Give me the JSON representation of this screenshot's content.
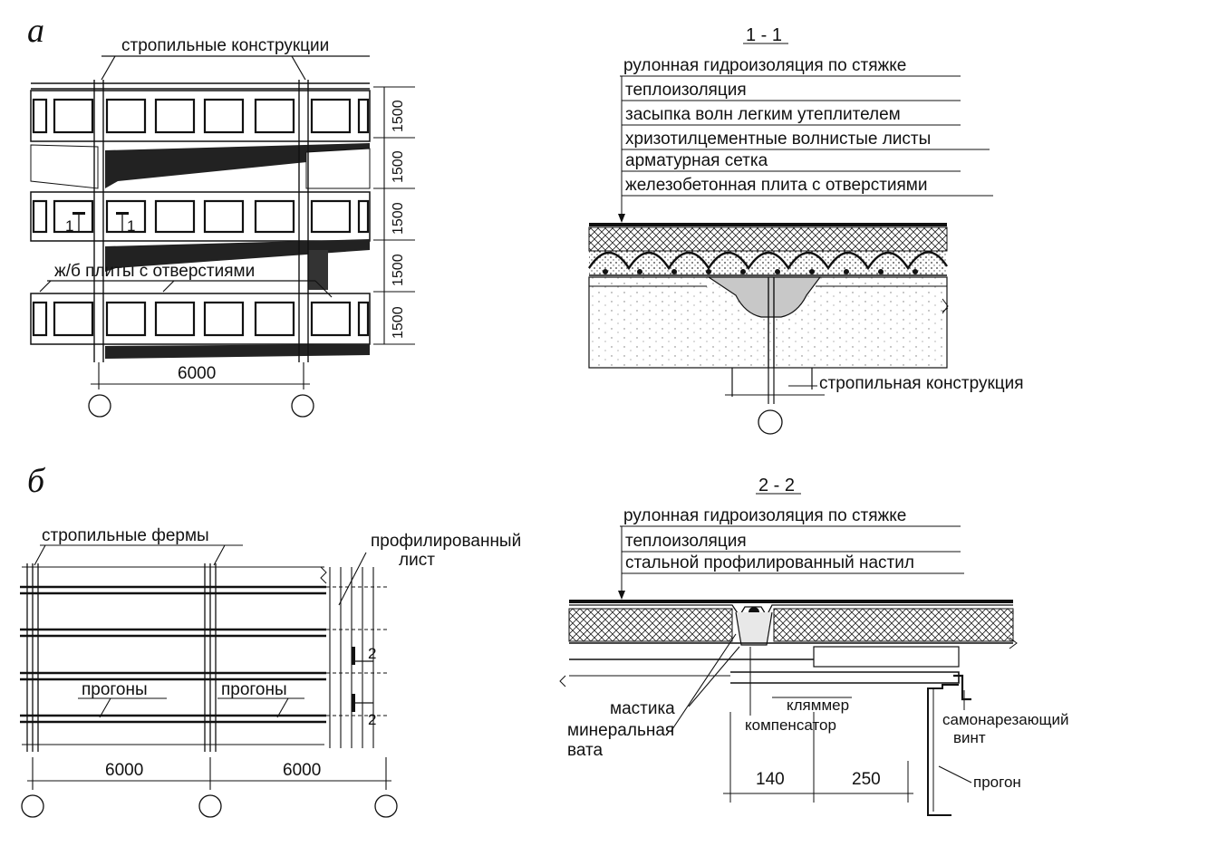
{
  "panels": {
    "a": {
      "letter": "а",
      "plan_labels": {
        "rafters": "стропильные конструкции",
        "slabs": "ж/б плиты с отверстиями"
      },
      "row_dims": [
        "1500",
        "1500",
        "1500",
        "1500",
        "1500"
      ],
      "span_dim": "6000",
      "cut_marks": [
        "1",
        "1"
      ]
    },
    "section_1_1": {
      "title": "1 - 1",
      "layers": [
        "рулонная гидроизоляция  по стяжке",
        "теплоизоляция",
        "засыпка волн легким утеплителем",
        "хризотилцементные волнистые листы",
        "арматурная сетка",
        "железобетонная плита с отверстиями"
      ],
      "support_label": "стропильная конструкция"
    },
    "b": {
      "letter": "б",
      "labels": {
        "trusses": "стропильные фермы",
        "deck_1": "профилированный",
        "deck_2": "лист",
        "purlins_left": "прогоны",
        "purlins_right": "прогоны"
      },
      "span_dims": [
        "6000",
        "6000"
      ],
      "cut_marks": [
        "2",
        "2"
      ]
    },
    "section_2_2": {
      "title": "2 - 2",
      "layers": [
        "рулонная гидроизоляция  по стяжке",
        "теплоизоляция",
        "стальной профилированный настил"
      ],
      "callouts": {
        "mastic": "мастика",
        "wool_1": "минеральная",
        "wool_2": "вата",
        "clamp": "кляммер",
        "compensator": "компенсатор",
        "screw_1": "самонарезающий",
        "screw_2": "винт",
        "purlin": "прогон"
      },
      "dims": [
        "140",
        "250"
      ]
    }
  }
}
